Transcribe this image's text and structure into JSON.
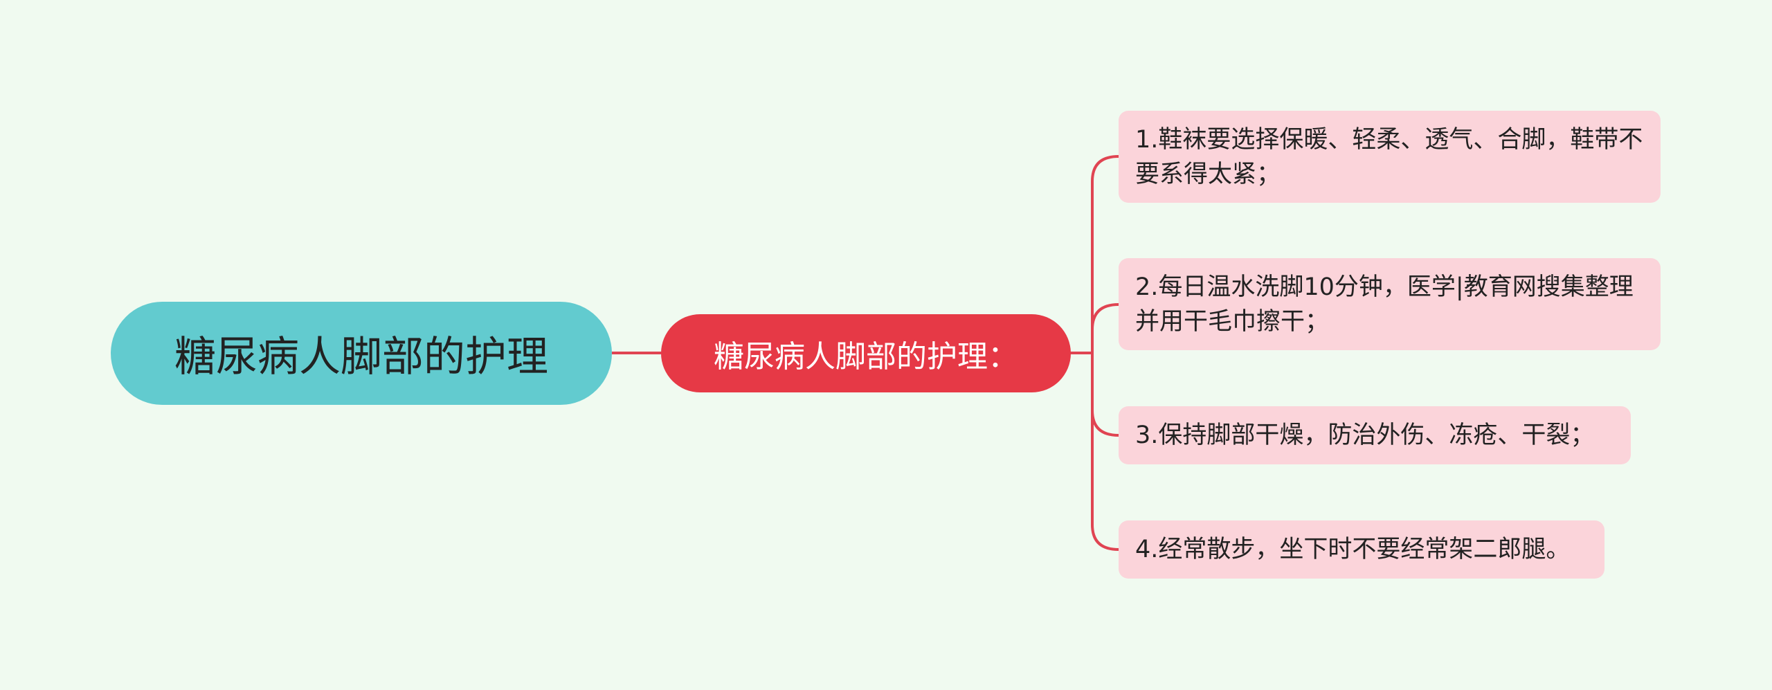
{
  "mindmap": {
    "root": {
      "label": "糖尿病人脚部的护理"
    },
    "topic": {
      "label": "糖尿病人脚部的护理："
    },
    "items": [
      {
        "label": "1.鞋袜要选择保暖、轻柔、透气、合脚，鞋带不要系得太紧；"
      },
      {
        "label": "2.每日温水洗脚10分钟，医学|教育网搜集整理并用干毛巾擦干；"
      },
      {
        "label": "3.保持脚部干燥，防治外伤、冻疮、干裂；"
      },
      {
        "label": "4.经常散步，坐下时不要经常架二郎腿。"
      }
    ]
  },
  "colors": {
    "background": "#f0faf0",
    "root_fill": "#62cbcf",
    "topic_fill": "#e63946",
    "item_fill": "#fbd4da",
    "connector": "#e04452"
  }
}
